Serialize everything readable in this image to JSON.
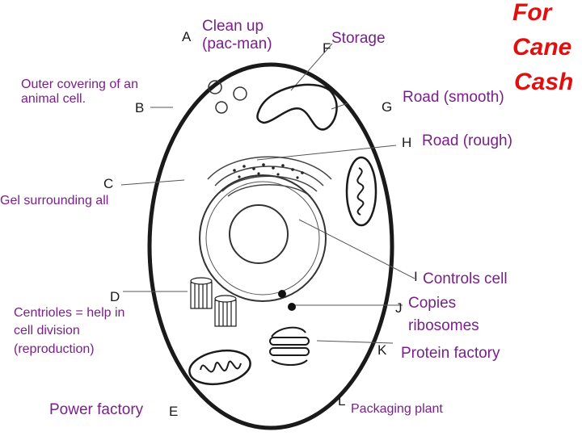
{
  "letters": {
    "a": "A",
    "b": "B",
    "c": "C",
    "d": "D",
    "e": "E",
    "f": "F",
    "g": "G",
    "h": "H",
    "i": "I",
    "j": "J",
    "k": "K",
    "l": "L"
  },
  "labels": {
    "clean_up": "Clean up\n(pac-man)",
    "outer_covering": "Outer covering of an\nanimal cell.",
    "gel": "Gel surrounding all",
    "centrioles": "Centrioles = help in\ncell division\n(reproduction)",
    "power_factory": "Power factory",
    "storage": "Storage",
    "road_smooth": "Road (smooth)",
    "road_rough": "Road (rough)",
    "controls_cell": "Controls cell",
    "copies_ribosomes": "Copies\nribosomes",
    "protein_factory": "Protein factory",
    "packaging_plant": "Packaging plant"
  },
  "mnemonic": [
    "For",
    "Cane",
    "Cash"
  ],
  "colors": {
    "label": "#7a1f8a",
    "mnemonic": "#e01010",
    "outline": "#1a1a1a"
  }
}
